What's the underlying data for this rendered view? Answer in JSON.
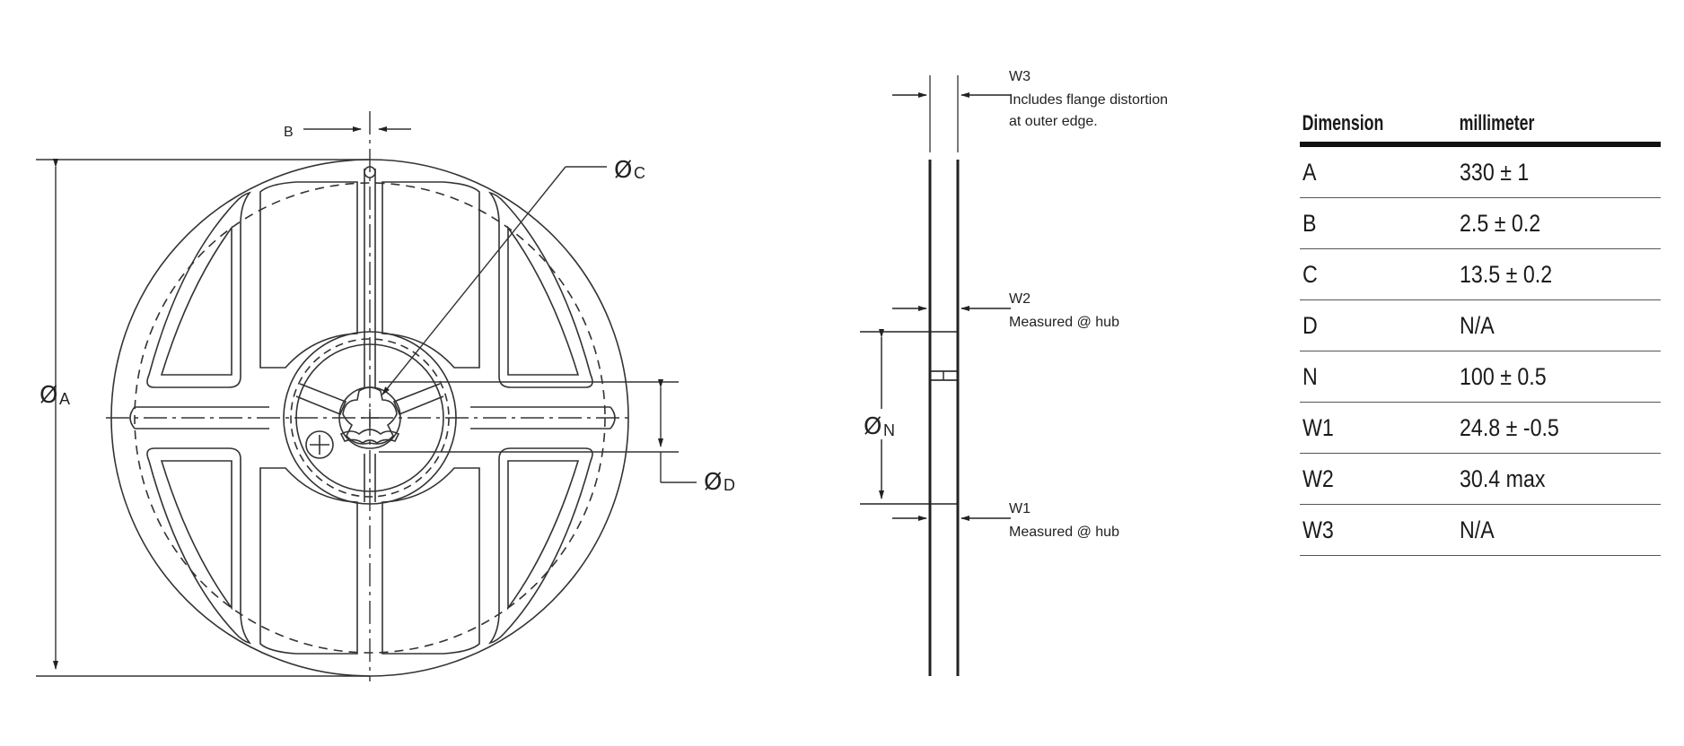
{
  "front_view": {
    "label_b": "B",
    "label_c": "C",
    "label_a": "A",
    "label_d": "D",
    "diameter_symbol": "Ø"
  },
  "side_view": {
    "w3_label": "W3",
    "w3_note_line1": "Includes flange distortion",
    "w3_note_line2": "at outer edge.",
    "w2_label": "W2",
    "w2_note": "Measured @ hub",
    "w1_label": "W1",
    "w1_note": "Measured @ hub",
    "label_n": "N",
    "diameter_symbol": "Ø"
  },
  "table": {
    "headers": [
      "Dimension",
      "millimeter"
    ],
    "rows": [
      [
        "A",
        "330 ± 1"
      ],
      [
        "B",
        "2.5 ± 0.2"
      ],
      [
        "C",
        "13.5 ± 0.2"
      ],
      [
        "D",
        "N/A"
      ],
      [
        "N",
        "100 ± 0.5"
      ],
      [
        "W1",
        "24.8 ± -0.5"
      ],
      [
        "W2",
        "30.4 max"
      ],
      [
        "W3",
        "N/A"
      ]
    ]
  }
}
